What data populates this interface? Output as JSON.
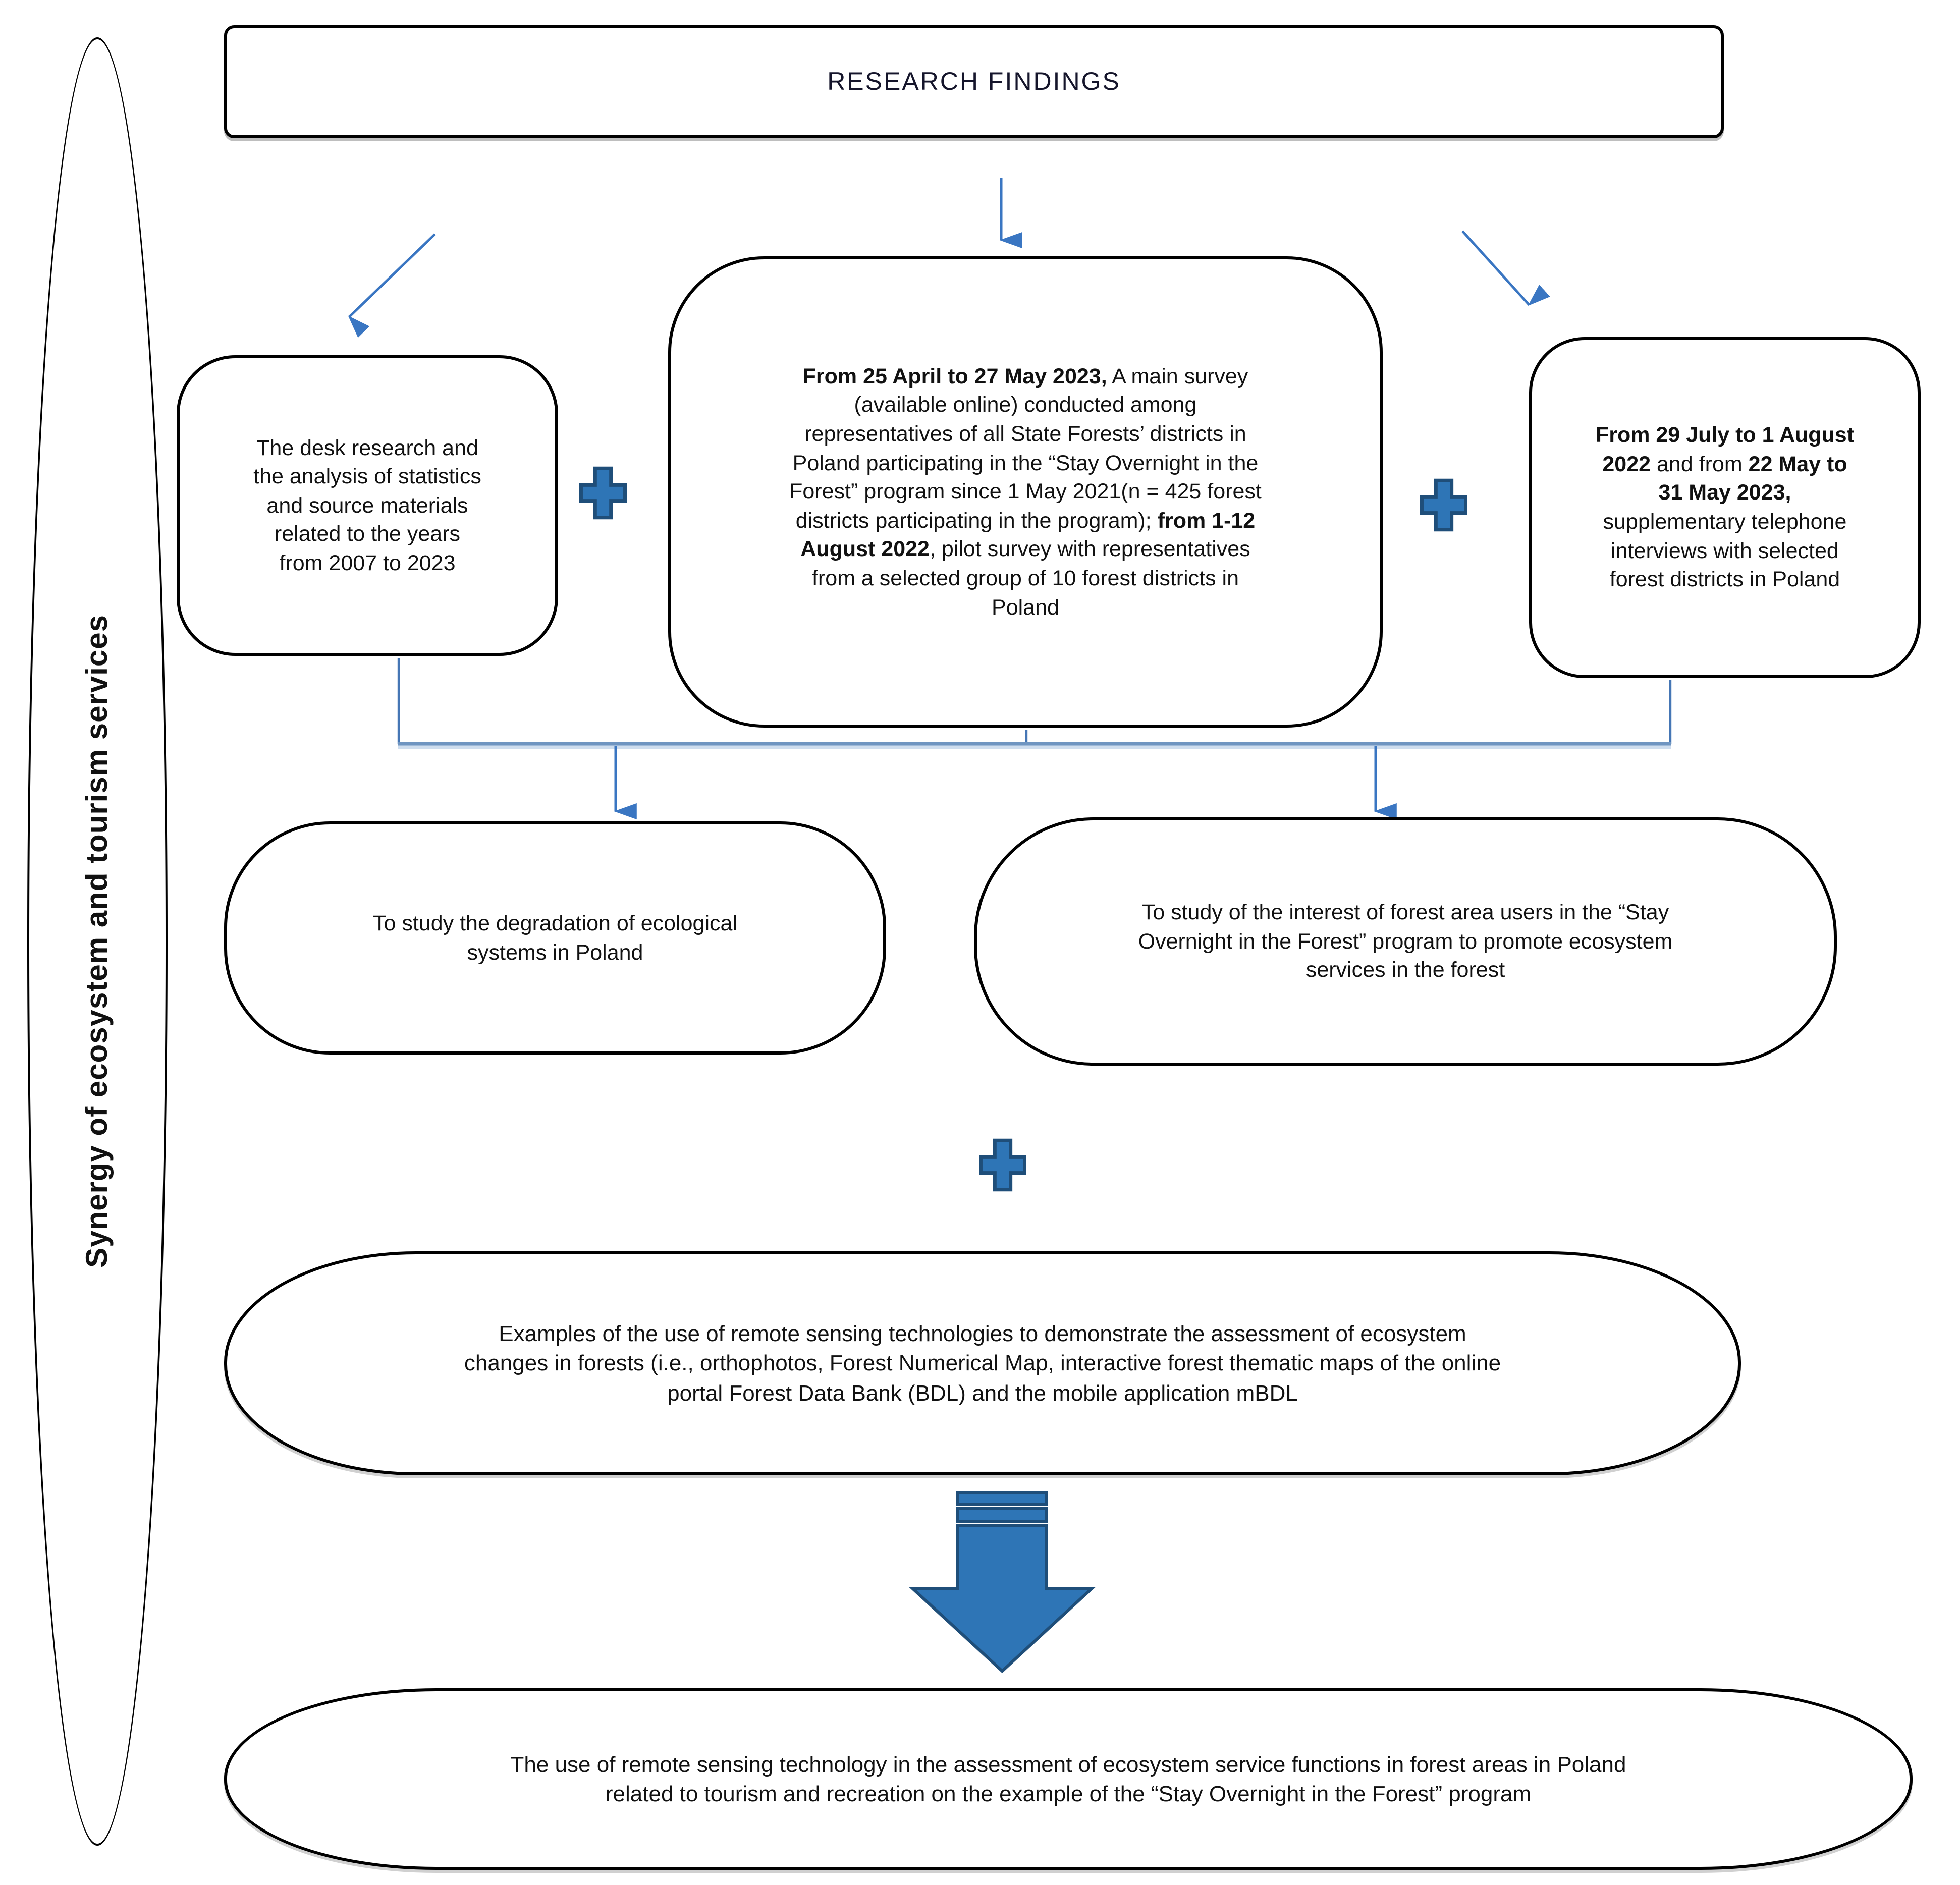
{
  "header": {
    "title": "RESEARCH FINDINGS"
  },
  "side_label": {
    "text": "Synergy of ecosystem and tourism services"
  },
  "methods": {
    "desk_research": {
      "text": "The desk research and\nthe analysis of statistics\nand source materials\nrelated to the years\nfrom 2007 to 2023"
    },
    "main_survey": {
      "bold1": "From 25 April to 27 May 2023,",
      "text1": " A main survey\n(available online) conducted among\nrepresentatives of all State Forests’ districts in\nPoland participating in  the “Stay Overnight in the\nForest” program since 1 May 2021(n = 425 forest\ndistricts participating in the program); ",
      "bold2": "from 1-12\nAugust 2022",
      "text2": ", pilot survey with representatives\nfrom a selected group of 10 forest districts in\nPoland"
    },
    "telephone_interviews": {
      "bold1": "From 29 July to 1 August\n2022",
      "text1": " and  from ",
      "bold2": "22 May to\n31 May 2023,",
      "text2": "\nsupplementary telephone\ninterviews with selected\nforest districts in Poland"
    }
  },
  "objectives": {
    "degradation": {
      "text": "To study the degradation of ecological\nsystems in Poland"
    },
    "interest": {
      "text": "To study of the interest of forest area users in the “Stay\nOvernight in the Forest” program to promote ecosystem\nservices in the forest"
    }
  },
  "examples": {
    "text": "Examples of the use of remote sensing technologies to demonstrate the assessment of ecosystem\nchanges in forests (i.e., orthophotos, Forest Numerical Map, interactive forest thematic maps of the online\nportal Forest Data Bank (BDL) and the mobile application mBDL"
  },
  "conclusion": {
    "text": "The use of remote sensing technology in the assessment of ecosystem service functions in forest areas in Poland\nrelated to tourism and recreation on the example of the “Stay Overnight in the Forest” program"
  },
  "icons": {
    "plus": "plus-icon",
    "striped_down_arrow": "striped-down-arrow-icon",
    "connector_arrow": "arrow-down-icon"
  },
  "colors": {
    "accent_blue_fill": "#2E75B6",
    "accent_blue_border": "#1F4E79",
    "connector_blue": "#3A76C2",
    "shape_border": "#000000"
  }
}
